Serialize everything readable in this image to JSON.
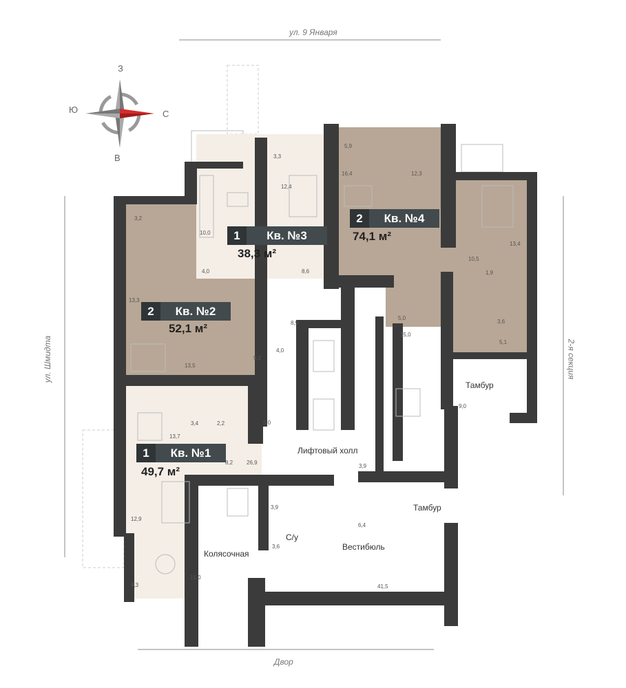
{
  "streets": {
    "top": "ул. 9 Января",
    "bottom": "Двор",
    "left": "ул. Шмидта",
    "right": "2-я секция"
  },
  "compass": {
    "n": "З",
    "w": "Ю",
    "e": "С",
    "s": "В",
    "accent": "#d62b2b"
  },
  "colors": {
    "wall": "#3b3b3b",
    "tan": "#b8a796",
    "light": "#f4eee7"
  },
  "apartments": [
    {
      "rooms": "1",
      "label": "Кв. №3",
      "area": "38,3 м²"
    },
    {
      "rooms": "2",
      "label": "Кв. №4",
      "area": "74,1 м²"
    },
    {
      "rooms": "2",
      "label": "Кв. №2",
      "area": "52,1 м²"
    },
    {
      "rooms": "1",
      "label": "Кв. №1",
      "area": "49,7 м²"
    }
  ],
  "room_names": [
    "Лифтовый холл",
    "Тамбур",
    "Тамбур",
    "С/у",
    "Вестибюль",
    "Колясочная"
  ],
  "room_areas": [
    "3,2",
    "10,0",
    "3,3",
    "12,4",
    "5,9",
    "16,4",
    "12,3",
    "13,3",
    "4,0",
    "8,6",
    "8,9",
    "9,2",
    "4,0",
    "13,5",
    "5,0",
    "15,0",
    "13,4",
    "10,5",
    "1,9",
    "3,6",
    "5,1",
    "9,0",
    "3,4",
    "2,2",
    "5,0",
    "13,7",
    "8,2",
    "26,9",
    "3,9",
    "12,9",
    "3,9",
    "6,4",
    "3,6",
    "9,3",
    "15,0",
    "41,5"
  ]
}
